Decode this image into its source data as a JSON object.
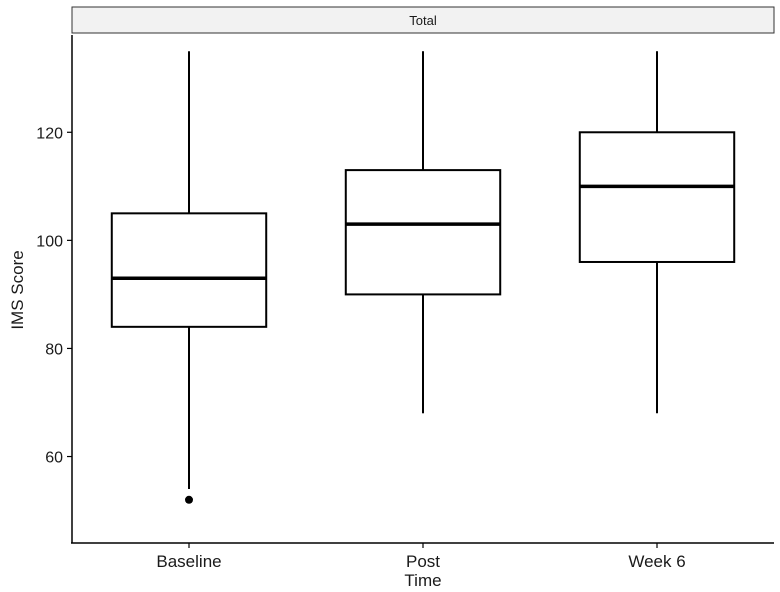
{
  "chart_data": {
    "type": "box",
    "facet_label": "Total",
    "xlabel": "Time",
    "ylabel": "IMS Score",
    "ylim": [
      44,
      138
    ],
    "yticks": [
      60,
      80,
      100,
      120
    ],
    "categories": [
      "Baseline",
      "Post",
      "Week 6"
    ],
    "boxes": [
      {
        "category": "Baseline",
        "lower_whisker": 54,
        "q1": 84,
        "median": 93,
        "q3": 105,
        "upper_whisker": 135,
        "outliers": [
          52
        ]
      },
      {
        "category": "Post",
        "lower_whisker": 68,
        "q1": 90,
        "median": 103,
        "q3": 113,
        "upper_whisker": 135,
        "outliers": []
      },
      {
        "category": "Week 6",
        "lower_whisker": 68,
        "q1": 96,
        "median": 110,
        "q3": 120,
        "upper_whisker": 135,
        "outliers": []
      }
    ],
    "grid": false,
    "legend": "none"
  }
}
